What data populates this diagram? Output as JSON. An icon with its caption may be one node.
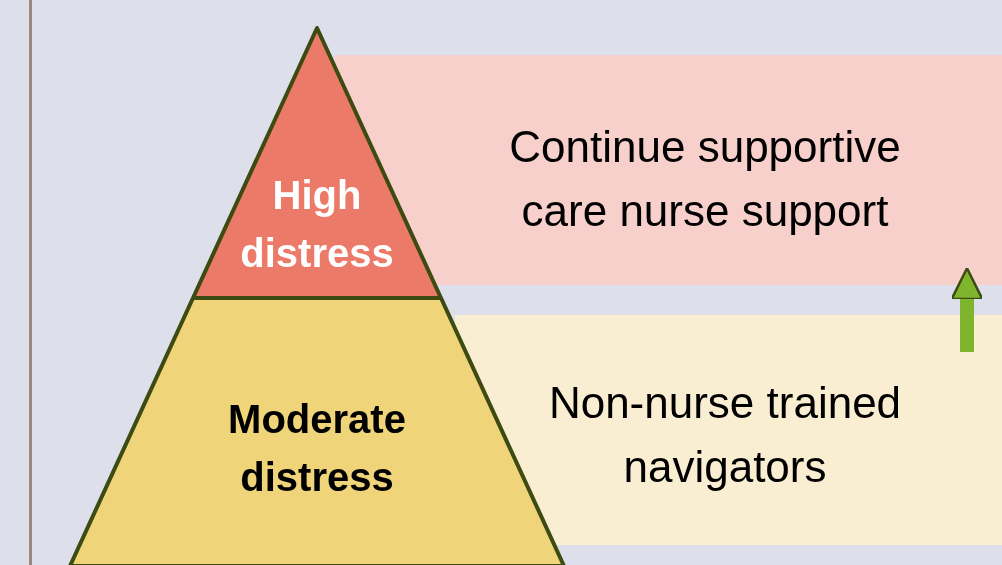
{
  "diagram": {
    "nodes": [
      {
        "text": [
          "High distress"
        ]
      },
      {
        "text": [
          "Moderate distress"
        ]
      },
      {
        "text": [
          "Continue supportive care nurse support"
        ]
      },
      {
        "text": [
          "Non-nurse trained navigators"
        ]
      }
    ],
    "edges": [
      {
        "from": 3,
        "to": 2,
        "arrow": "to",
        "color": "#7fb52c"
      }
    ]
  }
}
